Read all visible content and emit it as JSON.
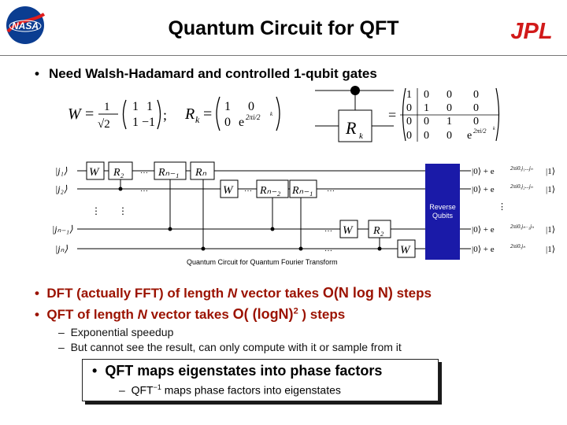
{
  "header": {
    "title": "Quantum Circuit for QFT",
    "nasa_logo_text": "NASA",
    "jpl_logo_text": "JPL"
  },
  "top_bullet": "Need Walsh-Hadamard and controlled 1-qubit gates",
  "formulas": {
    "W": {
      "lhs": "W",
      "eq": "=",
      "num": "1",
      "den": "√2",
      "matrix": [
        [
          "1",
          "1"
        ],
        [
          "1",
          "−1"
        ]
      ]
    },
    "Rk": {
      "lhs": "R",
      "sub": "k",
      "eq": "=",
      "matrix": [
        [
          "1",
          "0"
        ],
        [
          "0",
          "e"
        ]
      ],
      "exp": "2πi/2",
      "exp_sup": "k"
    },
    "gate_label": "R",
    "gate_sub": "k",
    "matrix4": [
      [
        "1",
        "0",
        "0",
        "0"
      ],
      [
        "0",
        "1",
        "0",
        "0"
      ],
      [
        "0",
        "0",
        "1",
        "0"
      ],
      [
        "0",
        "0",
        "0",
        "e"
      ]
    ]
  },
  "circuit": {
    "inputs": [
      "|j₁⟩",
      "|j₂⟩",
      "⋮",
      "|jₙ₋₁⟩",
      "|jₙ⟩"
    ],
    "gates_row1": [
      "W",
      "R₂",
      "…",
      "Rₙ₋₁",
      "Rₙ"
    ],
    "gates_row2": [
      "W",
      "…",
      "Rₙ₋₂",
      "Rₙ₋₁",
      "…"
    ],
    "gates_row3": [
      "…",
      "W",
      "R₂"
    ],
    "gates_row4": [
      "…",
      "W"
    ],
    "reverse_label": "Reverse Qubits",
    "outputs": [
      "|0⟩ + e",
      "|0⟩ + e",
      "⋮",
      "|0⟩ + e",
      "|0⟩ + e"
    ],
    "output_exps": [
      "2πi0.j₁...jₙ",
      "2πi0.j₂...jₙ",
      "",
      "2πi0.jₙ₋₁jₙ",
      "2πi0.jₙ"
    ],
    "output_tail": "|1⟩",
    "caption": "Quantum Circuit for Quantum Fourier Transform",
    "accent": "#1a1aa8"
  },
  "bullets": [
    {
      "pre": "DFT (actually FFT) of length ",
      "N": "N",
      "mid": " vector takes ",
      "big": "O(N log N)",
      "post": " steps"
    },
    {
      "pre": "QFT of length ",
      "N": "N",
      "mid": " vector takes ",
      "big": "O( (logN)",
      "sup": "2",
      "close": " )",
      "post": " steps"
    }
  ],
  "sub_bullets": [
    "Exponential speedup",
    "But cannot see the result, can only compute with it or sample from it"
  ],
  "box": {
    "main": "QFT maps eigenstates into phase factors",
    "sub_pre": "QFT",
    "sub_sup": "−1",
    "sub_post": " maps phase factors into eigenstates"
  },
  "colors": {
    "red": "#9b1200",
    "nasa_blue": "#0b3d91",
    "jpl_red": "#d11a1a",
    "box_shadow": "#1a1a1a"
  }
}
